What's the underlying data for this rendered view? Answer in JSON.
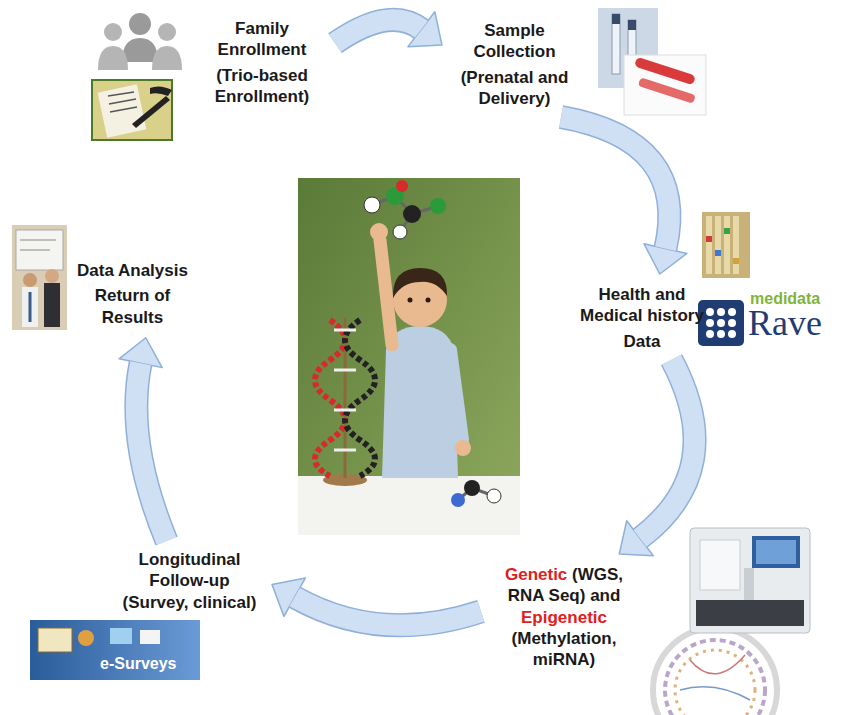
{
  "diagram": {
    "nodes": [
      {
        "text": [
          "Family Enrollment",
          "(Trio-based Enrollment)"
        ]
      },
      {
        "text": [
          "Sample Collection",
          "(Prenatal and Delivery)"
        ]
      },
      {
        "text": [
          "Health and Medical history",
          "Data"
        ]
      },
      {
        "text": [
          "Genetic",
          "(WGS, RNA Seq) and",
          "Epigenetic",
          "(Methylation, miRNA)"
        ]
      },
      {
        "text": [
          "Longitudinal Follow-up (Survey, clinical)"
        ]
      },
      {
        "text": [
          "Data Analysis",
          "Return of Results"
        ]
      }
    ],
    "edges": [
      {
        "from": 0,
        "to": 1,
        "arrow": "to"
      },
      {
        "from": 1,
        "to": 2,
        "arrow": "to"
      },
      {
        "from": 2,
        "to": 3,
        "arrow": "to"
      },
      {
        "from": 3,
        "to": 4,
        "arrow": "to"
      },
      {
        "from": 4,
        "to": 5,
        "arrow": "to"
      }
    ],
    "labels": [
      "medidata",
      "Rave",
      "e-Surveys"
    ]
  }
}
